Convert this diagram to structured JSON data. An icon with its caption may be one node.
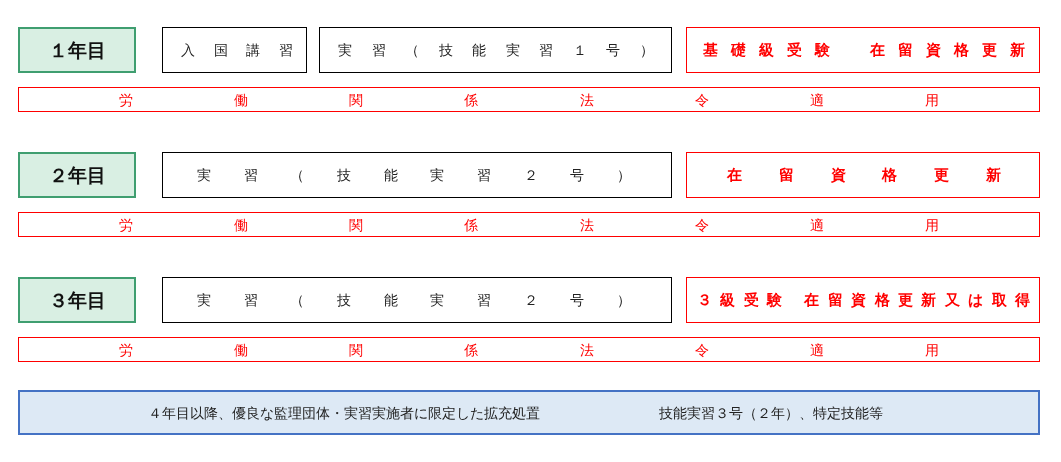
{
  "diagram": {
    "nodes": [
      {
        "text": [
          "１年目"
        ]
      },
      {
        "text": [
          "入国講習"
        ]
      },
      {
        "text": [
          "実習（技能実習１号）"
        ]
      },
      {
        "text": [
          "基礎級受験　在留資格更新"
        ]
      },
      {
        "text": [
          "労働関係法令適用"
        ]
      },
      {
        "text": [
          "２年目"
        ]
      },
      {
        "text": [
          "実習（技能実習２号）"
        ]
      },
      {
        "text": [
          "在留資格更新"
        ]
      },
      {
        "text": [
          "労働関係法令適用"
        ]
      },
      {
        "text": [
          "３年目"
        ]
      },
      {
        "text": [
          "実習（技能実習２号）"
        ]
      },
      {
        "text": [
          "３級受験 在留資格更新又は取得"
        ]
      },
      {
        "text": [
          "労働関係法令適用"
        ]
      },
      {
        "text": [
          "４年目以降、優良な監理団体・実習実施者に限定した拡充処置",
          "技能実習３号（２年）、特定技能等"
        ]
      }
    ]
  }
}
